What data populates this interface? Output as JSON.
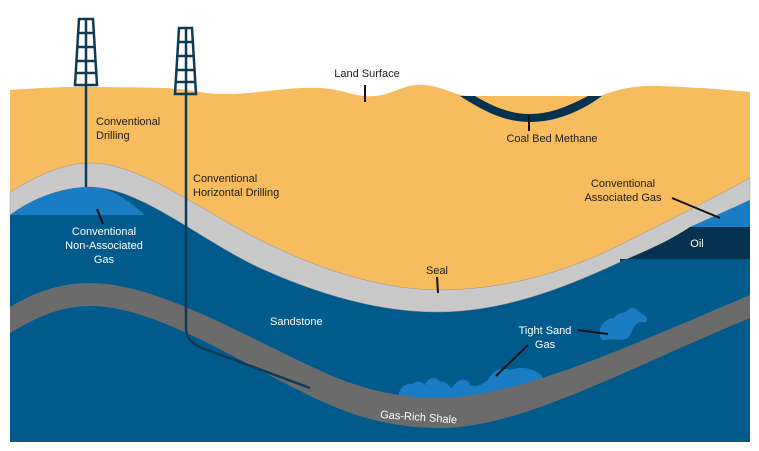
{
  "colors": {
    "sand": "#F7BC5E",
    "seal": "#C9C9C9",
    "gas": "#1A7DC4",
    "sandstone": "#005B8C",
    "oil": "#05324F",
    "shale": "#6B6B6B",
    "derrick": "#0F3A55"
  },
  "labels": {
    "land_surface": "Land Surface",
    "conventional_drilling": [
      "Conventional",
      "Drilling"
    ],
    "horizontal_drilling": [
      "Conventional",
      "Horizontal Drilling"
    ],
    "coal_bed_methane": "Coal Bed Methane",
    "associated_gas": [
      "Conventional",
      "Associated Gas"
    ],
    "non_associated_gas": [
      "Conventional",
      "Non-Associated",
      "Gas"
    ],
    "oil": "Oil",
    "seal": "Seal",
    "sandstone": "Sandstone",
    "tight_sand_gas": [
      "Tight Sand",
      "Gas"
    ],
    "gas_rich_shale": "Gas-Rich Shale"
  }
}
